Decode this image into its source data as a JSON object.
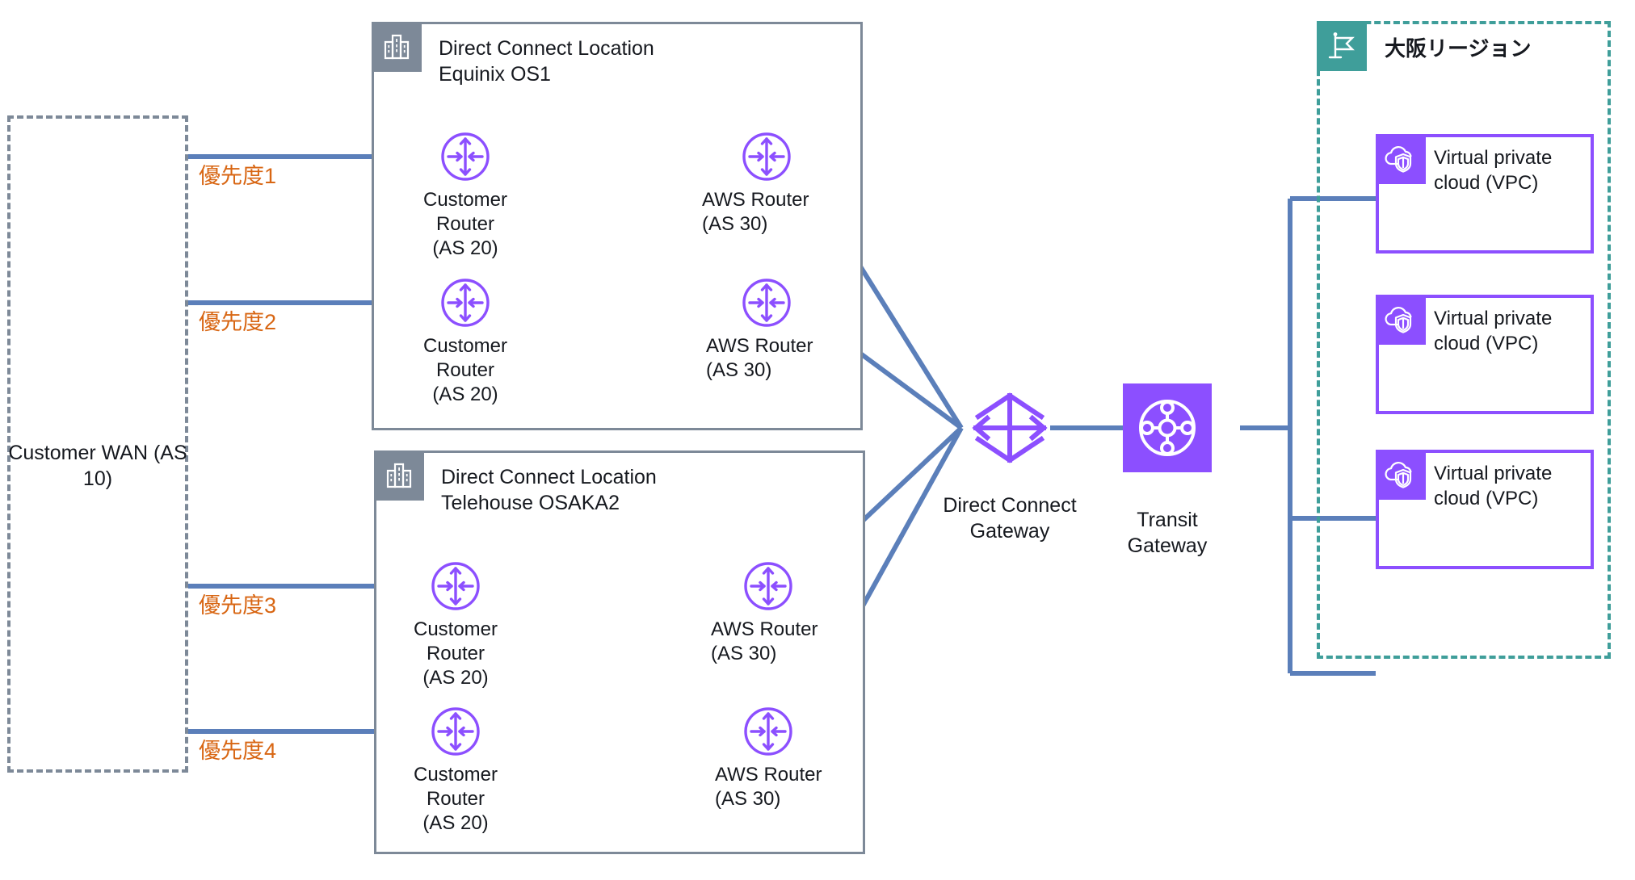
{
  "diagram": {
    "title": "AWS Direct Connect multi-location redundancy (Osaka Region)",
    "colors": {
      "line_blue": "#5b7fba",
      "purple": "#8c4fff",
      "gray": "#7d8998",
      "teal": "#3f9e9a",
      "orange": "#d86613",
      "text": "#16191f"
    }
  },
  "customer_wan": {
    "label": "Customer\nWAN\n(AS 10)",
    "icon": "dashed-boundary"
  },
  "priorities": [
    {
      "label": "優先度1"
    },
    {
      "label": "優先度2"
    },
    {
      "label": "優先度3"
    },
    {
      "label": "優先度4"
    }
  ],
  "dx_locations": [
    {
      "icon": "building-icon",
      "title": "Direct Connect Location\nEquinix OS1",
      "customer_routers": [
        {
          "label": "Customer\nRouter\n(AS 20)",
          "icon": "router-icon"
        },
        {
          "label": "Customer\nRouter\n(AS 20)",
          "icon": "router-icon"
        }
      ],
      "aws_routers": [
        {
          "label": "AWS Router\n(AS 30)",
          "icon": "router-icon"
        },
        {
          "label": "AWS Router\n(AS 30)",
          "icon": "router-icon"
        }
      ]
    },
    {
      "icon": "building-icon",
      "title": "Direct Connect Location\nTelehouse OSAKA2",
      "customer_routers": [
        {
          "label": "Customer\nRouter\n(AS 20)",
          "icon": "router-icon"
        },
        {
          "label": "Customer\nRouter\n(AS 20)",
          "icon": "router-icon"
        }
      ],
      "aws_routers": [
        {
          "label": "AWS Router\n(AS 30)",
          "icon": "router-icon"
        },
        {
          "label": "AWS Router\n(AS 30)",
          "icon": "router-icon"
        }
      ]
    }
  ],
  "gateways": {
    "direct_connect_gateway": {
      "label": "Direct Connect\nGateway",
      "icon": "direct-connect-gateway-icon"
    },
    "transit_gateway": {
      "label": "Transit Gateway",
      "icon": "transit-gateway-icon"
    }
  },
  "region": {
    "icon": "region-flag-icon",
    "label": "大阪リージョン",
    "vpcs": [
      {
        "label": "Virtual private\ncloud (VPC)",
        "icon": "vpc-icon"
      },
      {
        "label": "Virtual private\ncloud (VPC)",
        "icon": "vpc-icon"
      },
      {
        "label": "Virtual private\ncloud (VPC)",
        "icon": "vpc-icon"
      }
    ]
  }
}
